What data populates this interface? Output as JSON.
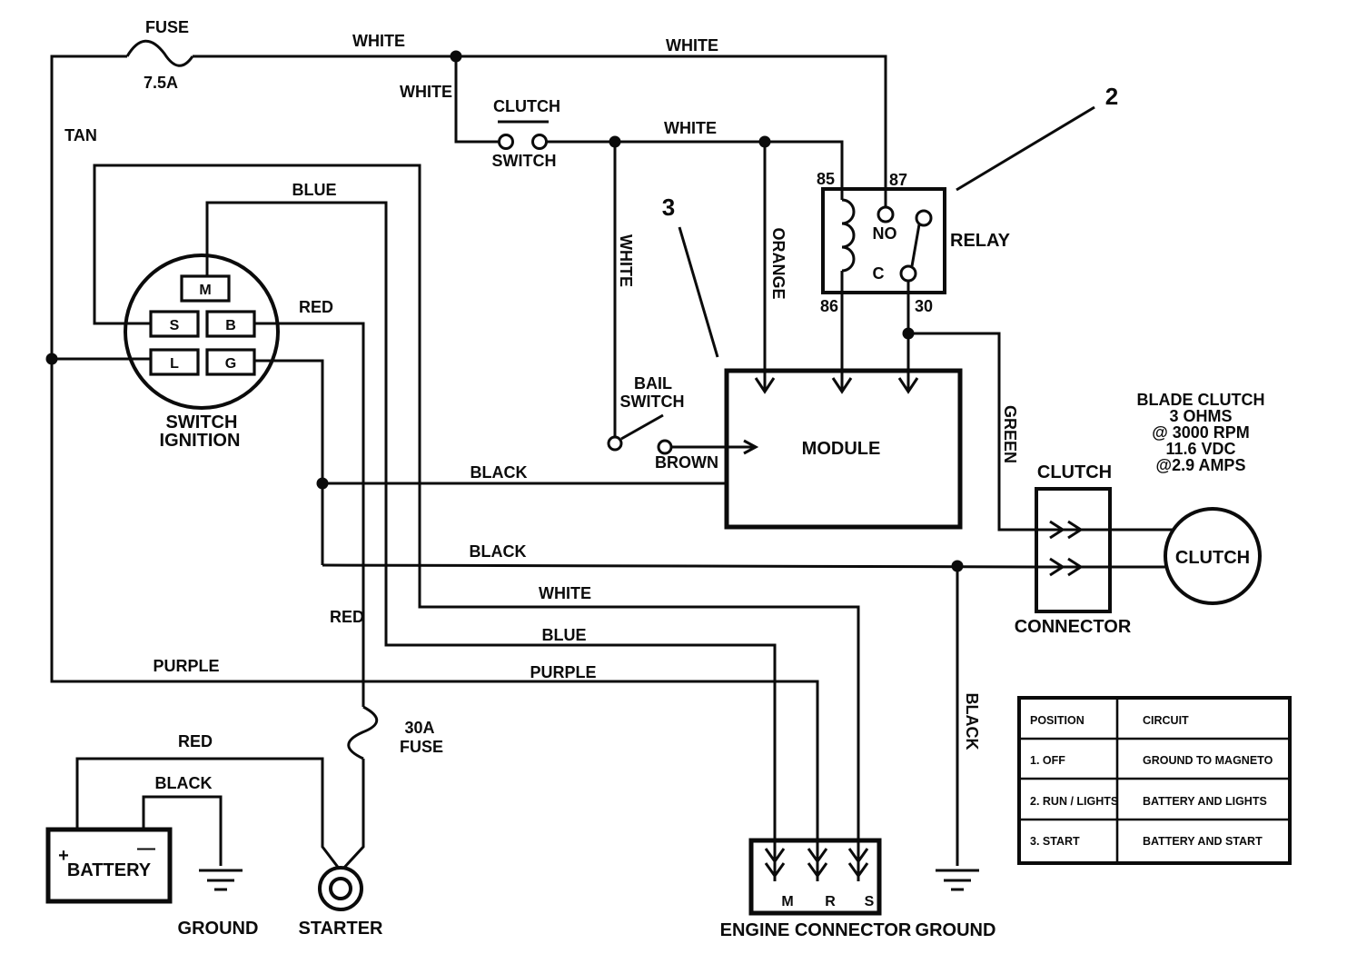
{
  "wire_colors": {
    "white": "WHITE",
    "tan": "TAN",
    "blue": "BLUE",
    "red": "RED",
    "black": "BLACK",
    "purple": "PURPLE",
    "orange": "ORANGE",
    "green": "GREEN",
    "brown": "BROWN"
  },
  "fuse_top": {
    "label": "FUSE",
    "rating": "7.5A"
  },
  "fuse_30a": {
    "rating": "30A",
    "label": "FUSE"
  },
  "ignition_switch": {
    "line1": "SWITCH",
    "line2": "IGNITION",
    "terminal_m": "M",
    "terminal_s": "S",
    "terminal_b": "B",
    "terminal_l": "L",
    "terminal_g": "G"
  },
  "clutch_switch": {
    "line1": "CLUTCH",
    "line2": "SWITCH"
  },
  "bail_switch": {
    "line1": "BAIL",
    "line2": "SWITCH"
  },
  "relay": {
    "label": "RELAY",
    "pin_85": "85",
    "pin_86": "86",
    "pin_87": "87",
    "pin_30": "30",
    "contact_no": "NO",
    "contact_c": "C"
  },
  "module": {
    "label": "MODULE"
  },
  "callouts": {
    "relay_ref": "2",
    "module_ref": "3"
  },
  "blade_clutch_note": {
    "line1": "BLADE CLUTCH",
    "line2": "3 OHMS",
    "line3": "@ 3000 RPM",
    "line4": "11.6 VDC",
    "line5": "@2.9 AMPS"
  },
  "clutch_connector": {
    "line1": "CLUTCH",
    "line2": "CONNECTOR"
  },
  "clutch": {
    "label": "CLUTCH"
  },
  "engine_connector": {
    "label": "ENGINE CONNECTOR",
    "pin_m": "M",
    "pin_r": "R",
    "pin_s": "S"
  },
  "battery": {
    "label": "BATTERY",
    "positive": "+",
    "negative": "—"
  },
  "starter": {
    "label": "STARTER"
  },
  "ground_label": "GROUND",
  "table": {
    "header_position": "POSITION",
    "header_circuit": "CIRCUIT",
    "rows": [
      {
        "position": "1. OFF",
        "circuit": "GROUND TO MAGNETO"
      },
      {
        "position": "2. RUN / LIGHTS",
        "circuit": "BATTERY AND LIGHTS"
      },
      {
        "position": "3. START",
        "circuit": "BATTERY AND START"
      }
    ]
  }
}
